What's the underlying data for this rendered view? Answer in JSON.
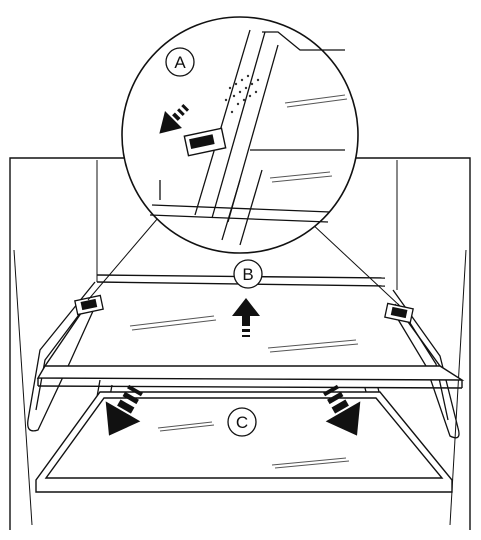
{
  "callouts": {
    "a": {
      "label": "A"
    },
    "b": {
      "label": "B"
    },
    "c": {
      "label": "C"
    }
  },
  "colors": {
    "ink": "#111111",
    "background": "#ffffff",
    "hatch": "#555555"
  },
  "icons": {
    "arrow_detail": "arrow-down-left-icon",
    "arrow_up": "arrow-up-icon",
    "arrow_left": "arrow-down-left-icon",
    "arrow_right": "arrow-down-right-icon"
  }
}
